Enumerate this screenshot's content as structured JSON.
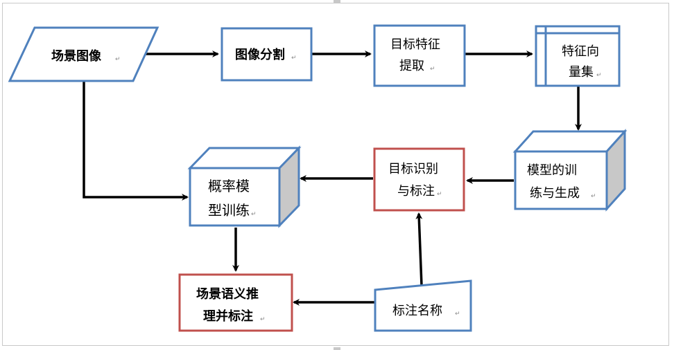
{
  "colors": {
    "blue_border": "#4f81bd",
    "red_border": "#c0504d",
    "cube_side": "#c8c8c8",
    "arrow": "#000000"
  },
  "nodes": {
    "scene_image": "场景图像",
    "image_segmentation": "图像分割",
    "target_feature_extraction": [
      "目标特征",
      "提取"
    ],
    "feature_vector_set": [
      "特征向",
      "量集"
    ],
    "model_training_generation": [
      "模型的训",
      "练与生成"
    ],
    "target_recognition_labeling": [
      "目标识别",
      "与标注"
    ],
    "probability_model_training": [
      "概率模",
      "型训练"
    ],
    "scene_semantic_inference": [
      "场景语义推",
      "理并标注"
    ],
    "label_names": "标注名称"
  },
  "paragraph_mark": "↵"
}
